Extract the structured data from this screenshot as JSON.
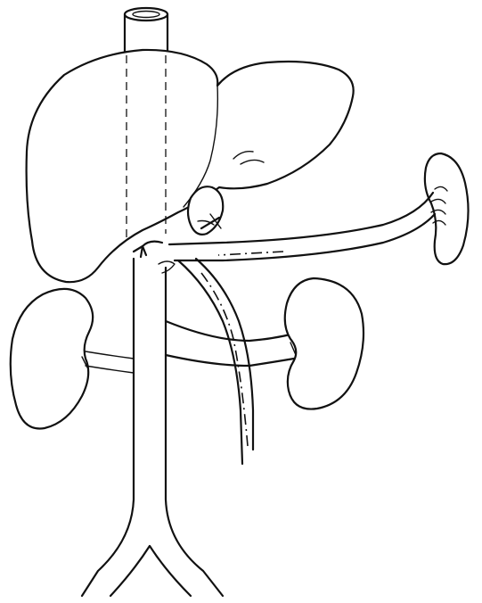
{
  "figure": {
    "structures": [
      "inferior-vena-cava",
      "liver",
      "gallbladder",
      "spleen",
      "right-kidney",
      "left-kidney",
      "splenic-vein",
      "left-renal-vein",
      "shunt-catheter",
      "common-iliac-veins"
    ],
    "line_color": "#111111",
    "background": "#ffffff",
    "labels": []
  }
}
